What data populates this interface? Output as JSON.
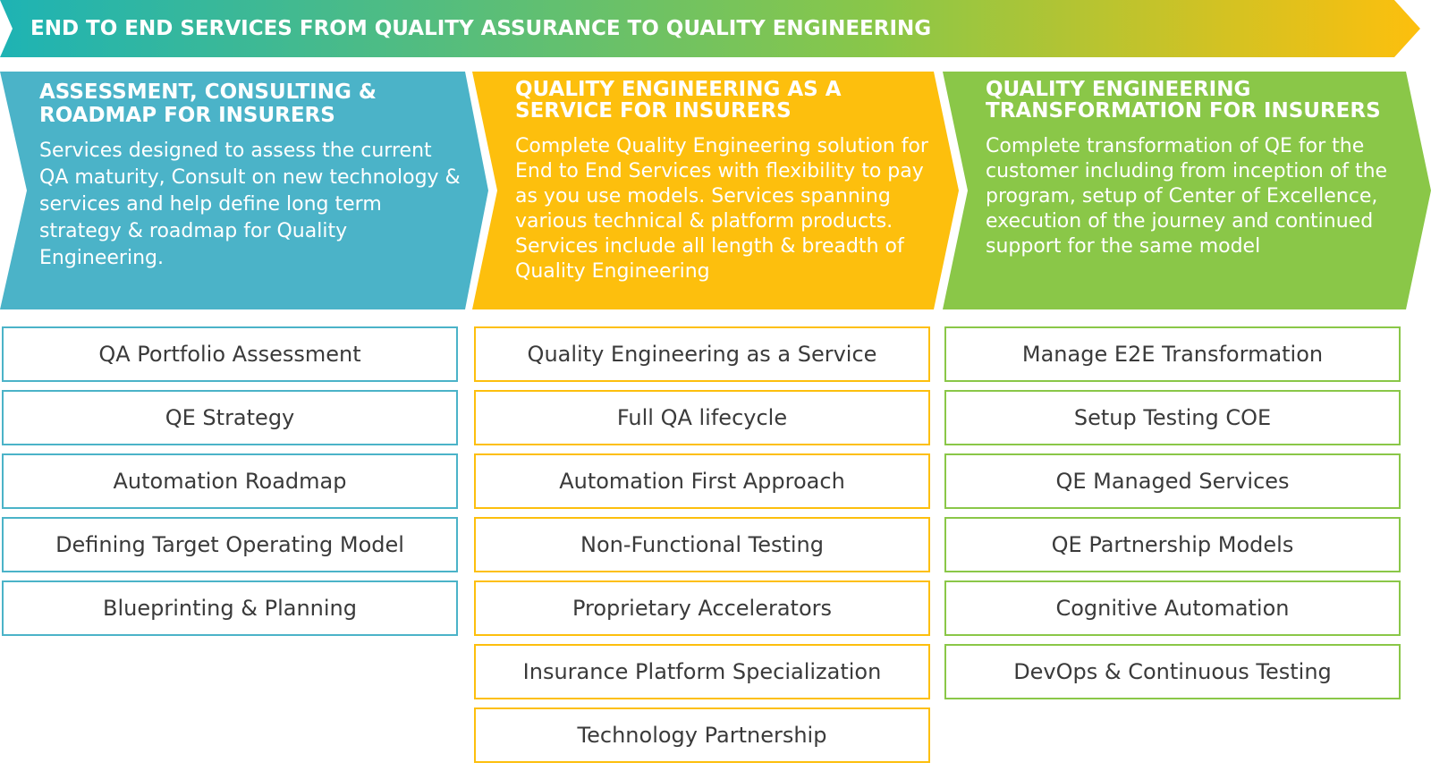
{
  "banner": {
    "title": "END TO END SERVICES FROM QUALITY ASSURANCE TO QUALITY ENGINEERING",
    "gradient_colors": [
      "#1eb3b4",
      "#8ac748",
      "#fdbf0d"
    ]
  },
  "columns": [
    {
      "color": "#4bb3c8",
      "title": "ASSESSMENT, CONSULTING & ROADMAP FOR INSURERS",
      "description": "Services designed to assess the current QA maturity, Consult on new technology & services and help define long term strategy & roadmap for Quality Engineering.",
      "items": [
        "QA Portfolio Assessment",
        "QE Strategy",
        "Automation Roadmap",
        "Defining Target Operating Model",
        "Blueprinting & Planning"
      ]
    },
    {
      "color": "#fdbf0d",
      "title": "QUALITY ENGINEERING AS A SERVICE FOR INSURERS",
      "description": "Complete Quality Engineering solution for End to End Services with flexibility to pay as you use models. Services spanning various technical & platform products. Services include all length & breadth of Quality Engineering",
      "items": [
        "Quality Engineering as a Service",
        "Full QA lifecycle",
        "Automation First Approach",
        "Non-Functional Testing",
        "Proprietary Accelerators",
        "Insurance Platform Specialization",
        "Technology Partnership"
      ]
    },
    {
      "color": "#8ac748",
      "title": "QUALITY ENGINEERING TRANSFORMATION FOR INSURERS",
      "description": "Complete transformation of QE for the customer including from inception of the program, setup of Center of Excellence, execution of the journey and continued support for the same model",
      "items": [
        "Manage E2E Transformation",
        "Setup Testing COE",
        "QE Managed Services",
        "QE Partnership Models",
        "Cognitive Automation",
        "DevOps & Continuous Testing"
      ]
    }
  ]
}
